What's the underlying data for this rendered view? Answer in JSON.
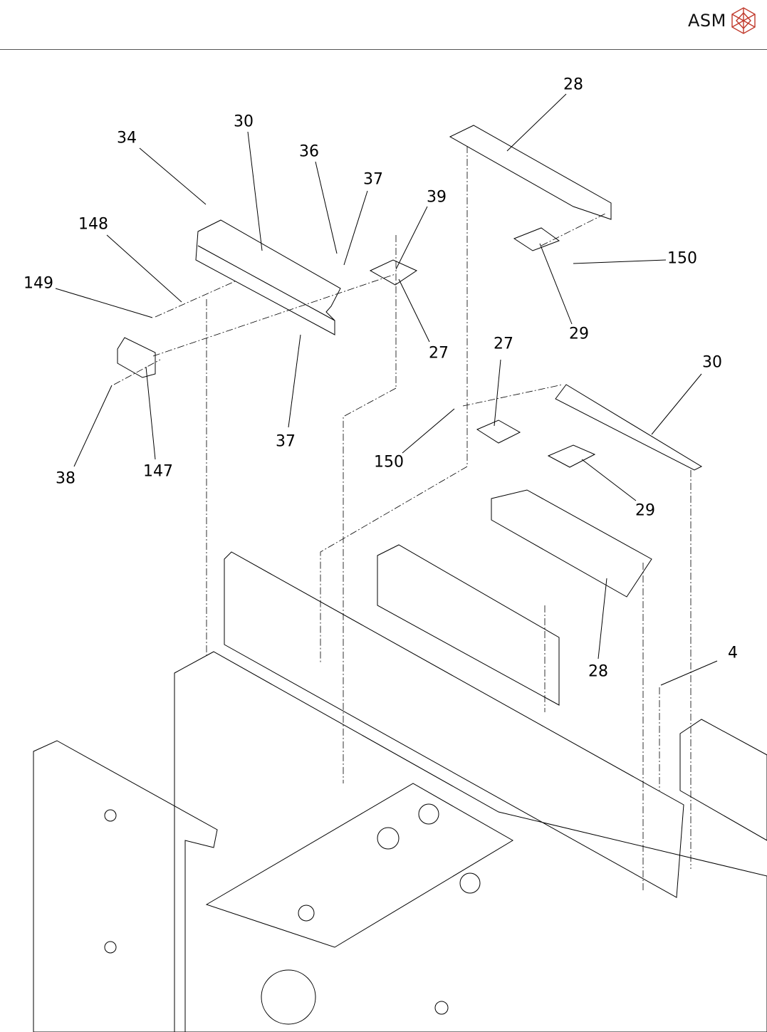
{
  "header": {
    "logo_text": "ASM",
    "logo_color": "#c0392b"
  },
  "callouts": [
    {
      "id": "c1",
      "text": "28"
    },
    {
      "id": "c2",
      "text": "30"
    },
    {
      "id": "c3",
      "text": "34"
    },
    {
      "id": "c4",
      "text": "36"
    },
    {
      "id": "c5",
      "text": "37"
    },
    {
      "id": "c6",
      "text": "39"
    },
    {
      "id": "c7",
      "text": "148"
    },
    {
      "id": "c8",
      "text": "150"
    },
    {
      "id": "c9",
      "text": "149"
    },
    {
      "id": "c10",
      "text": "29"
    },
    {
      "id": "c11",
      "text": "27"
    },
    {
      "id": "c12",
      "text": "27"
    },
    {
      "id": "c13",
      "text": "30"
    },
    {
      "id": "c14",
      "text": "150"
    },
    {
      "id": "c15",
      "text": "37"
    },
    {
      "id": "c16",
      "text": "147"
    },
    {
      "id": "c17",
      "text": "38"
    },
    {
      "id": "c18",
      "text": "29"
    },
    {
      "id": "c19",
      "text": "28"
    },
    {
      "id": "c20",
      "text": "4"
    }
  ]
}
